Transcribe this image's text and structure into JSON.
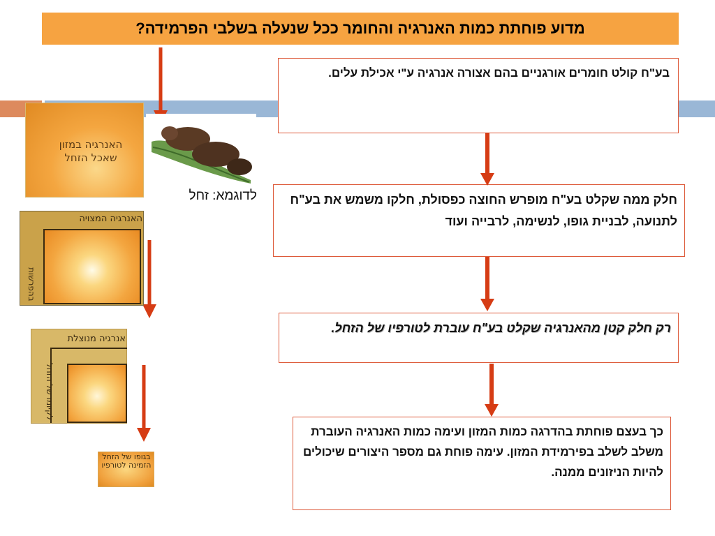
{
  "slide": {
    "title": "מדוע פוחתת כמות האנרגיה והחומר ככל שנעלה בשלבי הפרמידה?",
    "boxes": [
      "בע\"ח קולט חומרים אורגניים  בהם אצורה אנרגיה ע\"י אכילת עלים.",
      "חלק ממה שקלט בע\"ח מופרש החוצה כפסולת, חלקו משמש את בע\"ח לתנועה, לבניית גופו, לנשימה, לרבייה ועוד",
      "רק  חלק קטן מהאנרגיה שקלט בע\"ח עוברת לטורפיו של הזחל.",
      "כך בעצם פוחתת בהדרגה כמות המזון ועימה כמות האנרגיה העוברת משלב לשלב בפירמידת המזון. עימה פוחת גם מספר היצורים שיכולים להיות הניזונים ממנה."
    ],
    "example_label": "לדוגמא: זחל",
    "images": {
      "food_energy": "האנרגיה במזון שאכל הזחל",
      "stored_energy": "האנרגיה המצויה",
      "excreted": "בהפרשות",
      "used_energy": "אנרגיה מנוצלת",
      "for_survival": "לקיומו של הזחל",
      "available_energy": "בגופו של הזחל הזמינה לטורפיו"
    },
    "colors": {
      "title_bg": "#f6a341",
      "arrow": "#d63c14",
      "box_border": "#dd5a3a",
      "band_blue": "#9ab7d6",
      "band_orange": "#dd8a5d"
    }
  }
}
